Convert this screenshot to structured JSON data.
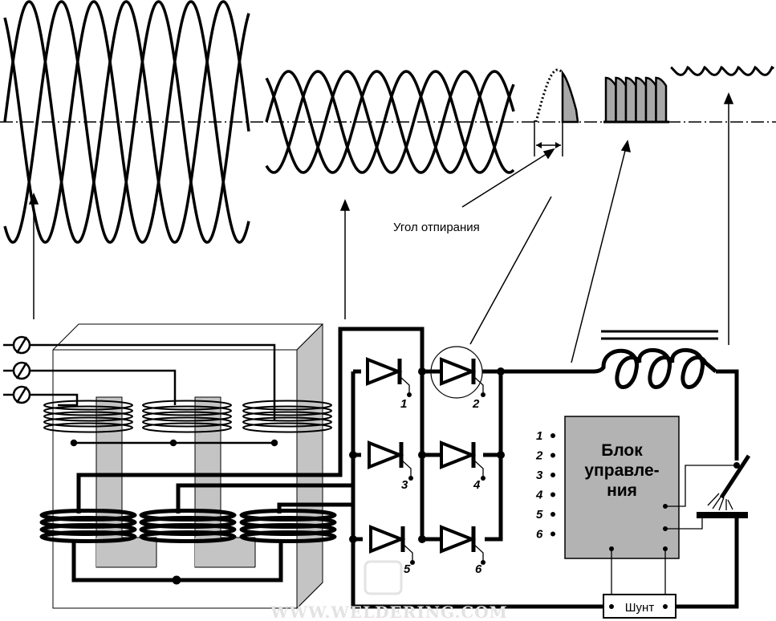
{
  "labels": {
    "firing_angle": "Угол отпирания",
    "control_block_line1": "Блок",
    "control_block_line2": "управле-",
    "control_block_line3": "ния",
    "shunt": "Шунт",
    "watermark": "WWW.WELDERING.COM"
  },
  "thyristors": [
    {
      "number": "1"
    },
    {
      "number": "2"
    },
    {
      "number": "3"
    },
    {
      "number": "4"
    },
    {
      "number": "5"
    },
    {
      "number": "6"
    }
  ],
  "control_inputs": [
    "1",
    "2",
    "3",
    "4",
    "5",
    "6"
  ],
  "colors": {
    "line": "#000000",
    "core_gray": "#bdbdbd",
    "control_block": "#b3b3b3",
    "conduction_fill": "#a8a8a8",
    "watermark": "#e3e3e3"
  }
}
